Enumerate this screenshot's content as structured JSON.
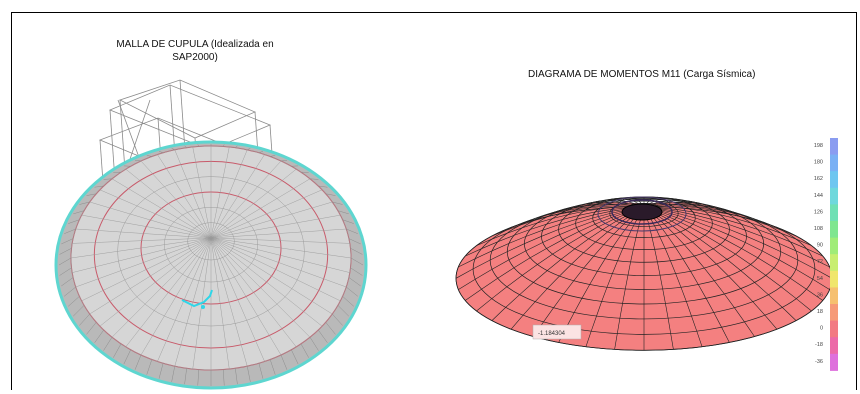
{
  "left_panel": {
    "title_line1": "MALLA DE CUPULA (Idealizada en",
    "title_line2": "SAP2000)"
  },
  "right_panel": {
    "title": "DIAGRAMA DE MOMENTOS M11 (Carga Sísmica)",
    "callout_value": "-1.184304"
  },
  "legend": {
    "labels": [
      "198",
      "180",
      "162",
      "144",
      "126",
      "108",
      "90",
      "72",
      "54",
      "36",
      "18",
      "0",
      "-18",
      "-36"
    ],
    "colors": [
      "#8a9cf0",
      "#7ab0f4",
      "#6ec6f0",
      "#6ed8dc",
      "#6fe0b4",
      "#7fe690",
      "#a0ec78",
      "#c8ee70",
      "#f0e66c",
      "#f6c070",
      "#f69a78",
      "#f27a82",
      "#ec6aa8",
      "#de70dc"
    ]
  },
  "colors": {
    "dome_fill": "#f48080",
    "dome_grid": "#222222",
    "mesh_gray": "#cfcfcf",
    "mesh_ring": "#5ed6d0",
    "mesh_red": "#c85a6a"
  }
}
